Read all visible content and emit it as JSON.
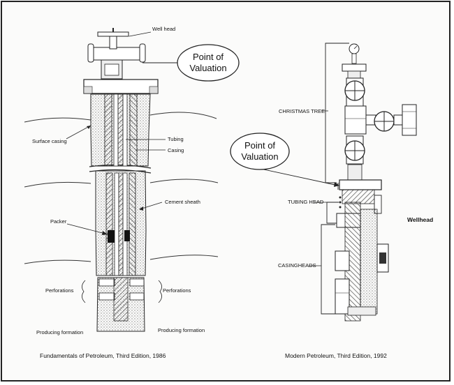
{
  "left": {
    "well_head": "Well head",
    "callout": [
      "Point of",
      "Valuation"
    ],
    "surface_casing": "Surface casing",
    "tubing": "Tubing",
    "casing": "Casing",
    "cement_sheath": "Cement sheath",
    "packer": "Packer",
    "perforations_left": "Perforations",
    "perforations_right": "Perforations",
    "producing_formation_left": "Producing formation",
    "producing_formation_right": "Producing formation",
    "caption": "Fundamentals of Petroleum, Third Edition, 1986"
  },
  "right": {
    "callout": [
      "Point of",
      "Valuation"
    ],
    "christmas_tree": "CHRISTMAS TREE",
    "tubing_head": "TUBING HEAD",
    "casingheads": "CASINGHEADS",
    "wellhead": "Wellhead",
    "caption": "Modern Petroleum, Third Edition, 1992"
  }
}
